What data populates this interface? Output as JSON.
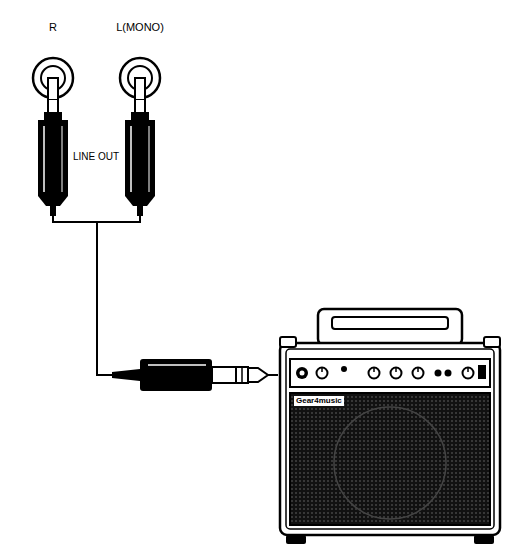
{
  "diagram": {
    "nodes": [
      {
        "text": [
          "R"
        ]
      },
      {
        "text": [
          "L(MONO)"
        ]
      },
      {
        "text": [
          "Gear4music"
        ]
      }
    ],
    "edges": [
      {
        "from": 0,
        "to": 2,
        "arrow": "none"
      },
      {
        "from": 1,
        "to": 2,
        "arrow": "none"
      }
    ],
    "labels": [
      "LINE OUT"
    ]
  }
}
